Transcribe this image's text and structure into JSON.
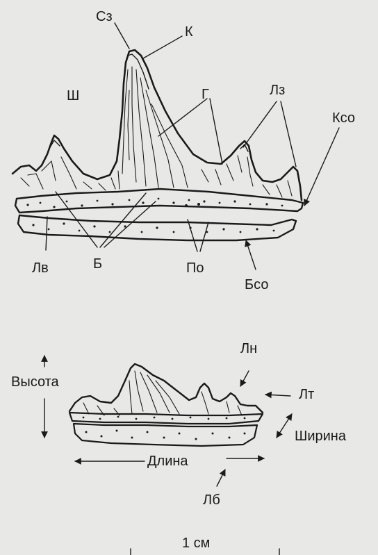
{
  "labels": {
    "sz": "Сз",
    "k": "К",
    "sh": "Ш",
    "g": "Г",
    "lz": "Лз",
    "kso": "Ксо",
    "lv": "Лв",
    "b": "Б",
    "po": "По",
    "bso": "Бсо",
    "ln": "Лн",
    "lt": "Лт",
    "vysota": "Высота",
    "shirina": "Ширина",
    "dlina": "Длина",
    "lb": "Лб"
  },
  "scale_bar": {
    "label": "1 см"
  },
  "colors": {
    "ink": "#1a1a1a",
    "paper": "#e8e8e6"
  }
}
